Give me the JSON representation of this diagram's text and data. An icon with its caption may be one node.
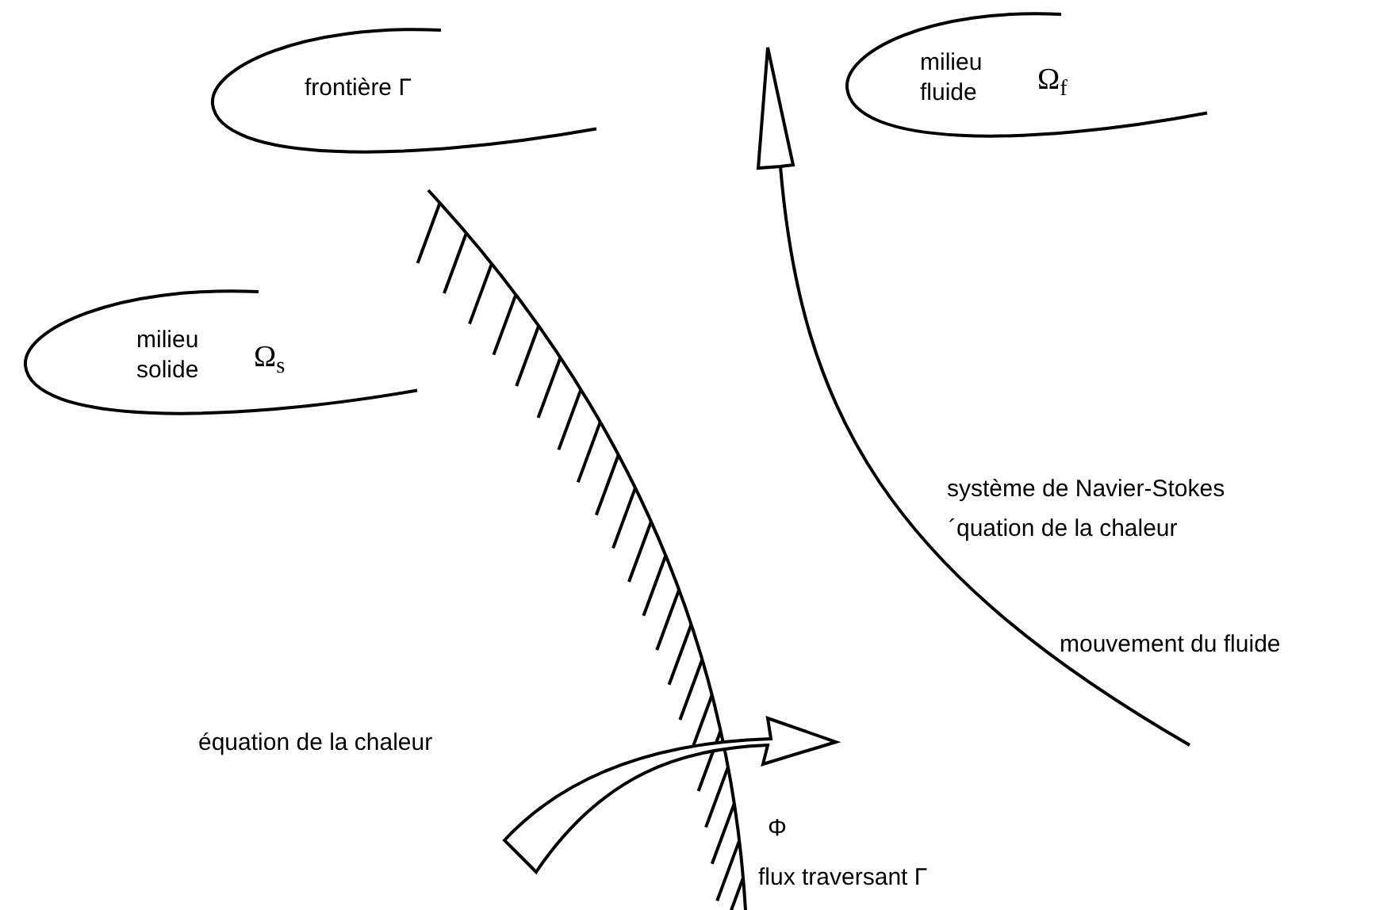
{
  "diagram": {
    "nodes": [
      {
        "text": [
          "frontière Γ"
        ]
      },
      {
        "text": [
          "milieu fluide",
          "Ω$_{f}$"
        ]
      },
      {
        "text": [
          "milieu solide",
          "Ω$_{s}$"
        ]
      }
    ],
    "labels": [
      "système de Navier-Stokes",
      "´quation de la chaleur",
      "mouvement du fluide",
      "équation de la chaleur",
      "Φ",
      "flux traversant Γ"
    ]
  }
}
